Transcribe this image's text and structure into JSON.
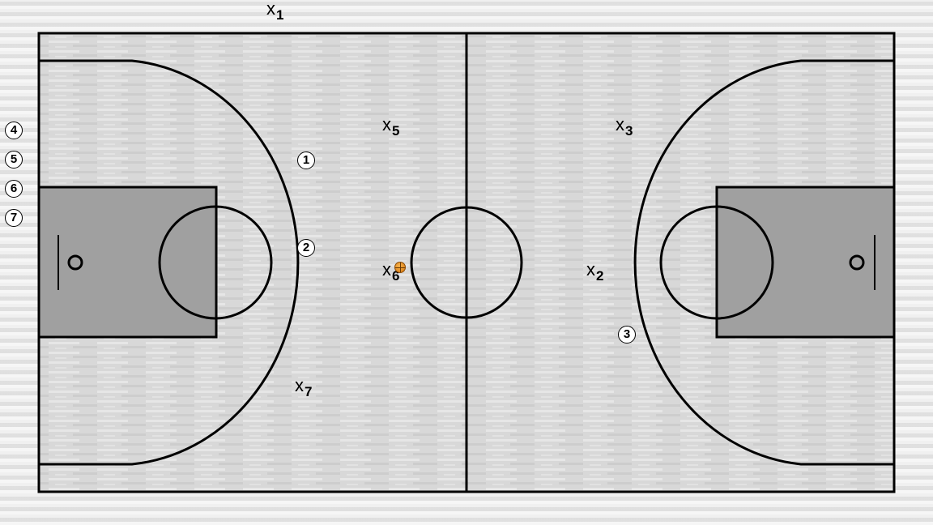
{
  "colors": {
    "court_floor": "#d6d6d6",
    "key_paint": "#9e9e9e",
    "lines": "#000000",
    "ball": "#e08a1e"
  },
  "defenders": [
    {
      "mark": "x",
      "number": "1"
    },
    {
      "mark": "x",
      "number": "5"
    },
    {
      "mark": "x",
      "number": "3"
    },
    {
      "mark": "x",
      "number": "6"
    },
    {
      "mark": "x",
      "number": "2"
    },
    {
      "mark": "x",
      "number": "7"
    }
  ],
  "offense": [
    {
      "number": "1"
    },
    {
      "number": "2"
    },
    {
      "number": "3"
    }
  ],
  "bench": [
    {
      "number": "4"
    },
    {
      "number": "5"
    },
    {
      "number": "6"
    },
    {
      "number": "7"
    }
  ],
  "ball": {
    "icon": "basketball-icon"
  }
}
